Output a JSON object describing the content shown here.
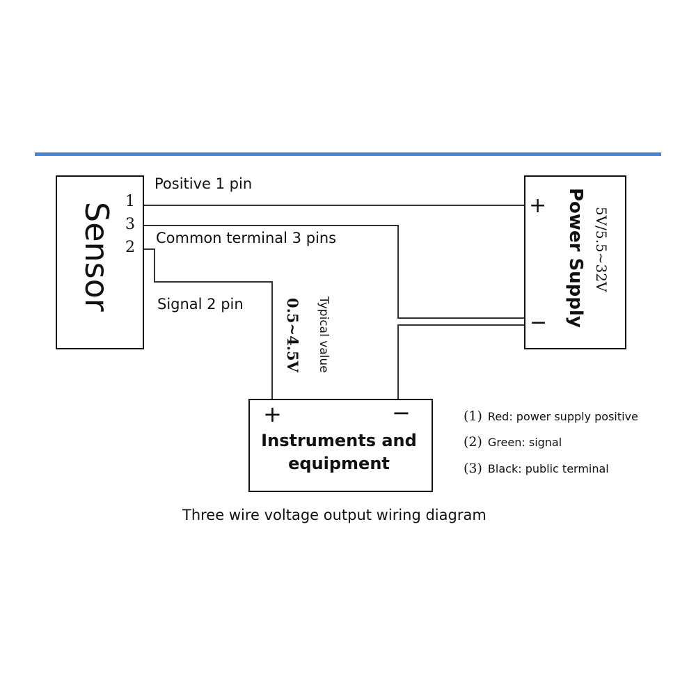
{
  "sensor": {
    "title": "Sensor",
    "pin_1": "1",
    "pin_3": "3",
    "pin_2": "2"
  },
  "wires": {
    "positive_label": "Positive 1 pin",
    "common_label": "Common terminal 3 pins",
    "signal_label": "Signal 2 pin"
  },
  "power_supply": {
    "title": "Power Supply",
    "voltage": "5V/5.5~32V",
    "plus": "+",
    "minus": "−"
  },
  "typical": {
    "caption": "Typical value",
    "value": "0.5~4.5V"
  },
  "instruments": {
    "title": "Instruments and equipment",
    "plus": "+",
    "minus": "−"
  },
  "legend": [
    {
      "num": "(1)",
      "text": "Red: power supply positive"
    },
    {
      "num": "(2)",
      "text": "Green: signal"
    },
    {
      "num": "(3)",
      "text": "Black: public terminal"
    }
  ],
  "caption": "Three wire voltage output wiring diagram",
  "colors": {
    "accent_bar": "#4a86d8",
    "line": "#333333",
    "box_border": "#111111"
  }
}
